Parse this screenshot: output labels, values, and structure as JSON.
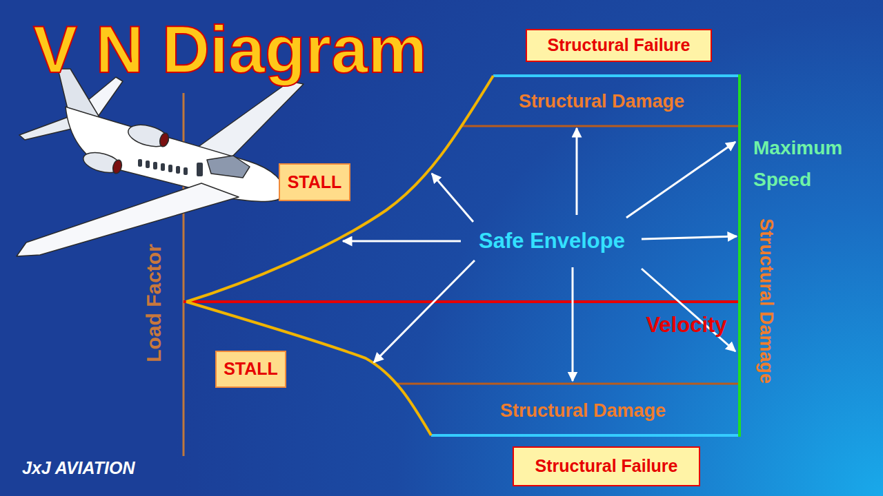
{
  "diagram": {
    "title": "V N Diagram",
    "nodes": [
      {
        "text": [
          "Structural Failure"
        ]
      },
      {
        "text": [
          "STALL"
        ]
      },
      {
        "text": [
          "STALL"
        ]
      },
      {
        "text": [
          "Structural Failure"
        ]
      }
    ],
    "labels": [
      "Structural Damage",
      "Maximum Speed",
      "Load Factor",
      "Safe Envelope",
      "Structural Damage",
      "Velocity",
      "Structural Damage",
      "JxJ AVIATION"
    ]
  }
}
